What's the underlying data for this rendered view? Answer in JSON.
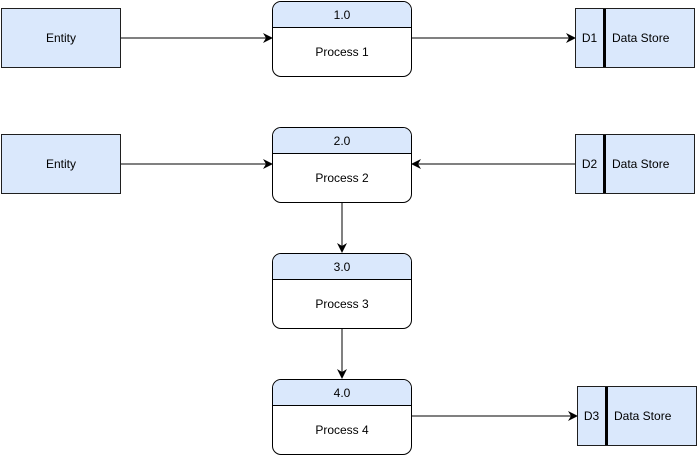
{
  "colors": {
    "fill": "#dae8fc",
    "stroke": "#000000"
  },
  "entities": [
    {
      "label": "Entity"
    },
    {
      "label": "Entity"
    }
  ],
  "processes": [
    {
      "number": "1.0",
      "label": "Process 1"
    },
    {
      "number": "2.0",
      "label": "Process 2"
    },
    {
      "number": "3.0",
      "label": "Process 3"
    },
    {
      "number": "4.0",
      "label": "Process 4"
    }
  ],
  "stores": [
    {
      "id": "D1",
      "label": "Data Store"
    },
    {
      "id": "D2",
      "label": "Data Store"
    },
    {
      "id": "D3",
      "label": "Data Store"
    }
  ],
  "flows": [
    {
      "from": "entity-1",
      "to": "process-1"
    },
    {
      "from": "process-1",
      "to": "store-d1"
    },
    {
      "from": "entity-2",
      "to": "process-2"
    },
    {
      "from": "store-d2",
      "to": "process-2"
    },
    {
      "from": "process-2",
      "to": "process-3"
    },
    {
      "from": "process-3",
      "to": "process-4"
    },
    {
      "from": "process-4",
      "to": "store-d3"
    }
  ]
}
